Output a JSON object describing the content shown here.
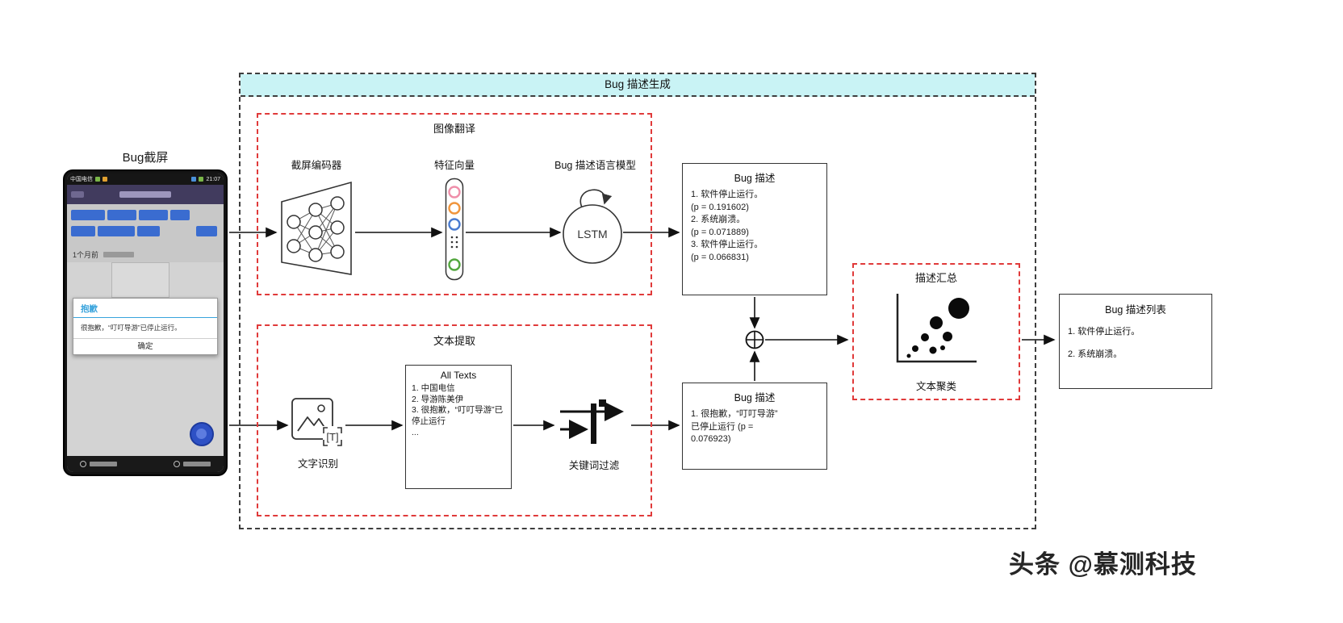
{
  "banner": {
    "title": "Bug 描述生成"
  },
  "phone": {
    "label": "Bug截屏",
    "carrier": "中国电信",
    "time": "21:07",
    "timestamp": "1个月前",
    "dialog": {
      "title": "抱歉",
      "message": "很抱歉，“叮叮导游”已停止运行。",
      "button": "确定"
    }
  },
  "image_translation": {
    "title": "图像翻译",
    "encoder_label": "截屏编码器",
    "vector_label": "特征向量",
    "language_model_label": "Bug 描述语言模型",
    "lstm_text": "LSTM"
  },
  "text_extraction": {
    "title": "文本提取",
    "ocr_label": "文字识别",
    "ocr_glyph": "[T]",
    "filter_label": "关键词过滤",
    "all_texts": {
      "title": "All Texts",
      "items": [
        "1. 中国电信",
        "2. 导游陈美伊",
        "3. 很抱歉，“叮叮导游”已停止运行",
        "..."
      ]
    }
  },
  "bug_desc_image": {
    "title": "Bug 描述",
    "lines": [
      "1. 软件停止运行。",
      "(p = 0.191602)",
      "2. 系统崩溃。",
      "(p = 0.071889)",
      "3. 软件停止运行。",
      "(p = 0.066831)"
    ]
  },
  "bug_desc_text": {
    "title": "Bug 描述",
    "lines": [
      "1. 很抱歉，“叮叮导游”",
      "已停止运行 (p =",
      "0.076923)"
    ]
  },
  "aggregation": {
    "title": "描述汇总",
    "cluster_label": "文本聚类"
  },
  "result": {
    "title": "Bug 描述列表",
    "items": [
      "1. 软件停止运行。",
      "2. 系统崩溃。"
    ]
  },
  "watermark": "头条 @慕测科技",
  "colors": {
    "banner_bg": "#c9f3f5",
    "module_border": "#e03a3a",
    "vector_circles": [
      "#ef8faa",
      "#f0953c",
      "#4a7bd0",
      "#53a73e"
    ],
    "dialog_accent": "#38a3dc",
    "fab_blue": "#2e51c5",
    "tag_blue": "#3a6cd0"
  }
}
